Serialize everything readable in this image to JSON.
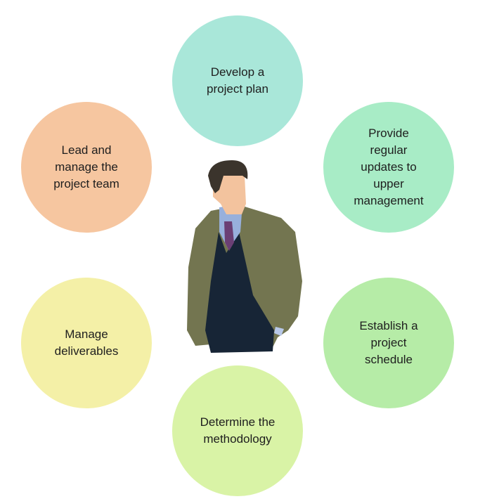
{
  "roles": [
    {
      "label": "Develop a\nproject plan",
      "color": "#a9e7d9"
    },
    {
      "label": "Provide\nregular\nupdates to\nupper\nmanagement",
      "color": "#a8ecc6"
    },
    {
      "label": "Establish a\nproject\nschedule",
      "color": "#b6eca7"
    },
    {
      "label": "Determine the\nmethodology",
      "color": "#d9f3a6"
    },
    {
      "label": "Manage\ndeliverables",
      "color": "#f4f0a7"
    },
    {
      "label": "Lead and\nmanage the\nproject team",
      "color": "#f6c6a0"
    }
  ],
  "figure": {
    "icon": "businessman-icon"
  }
}
